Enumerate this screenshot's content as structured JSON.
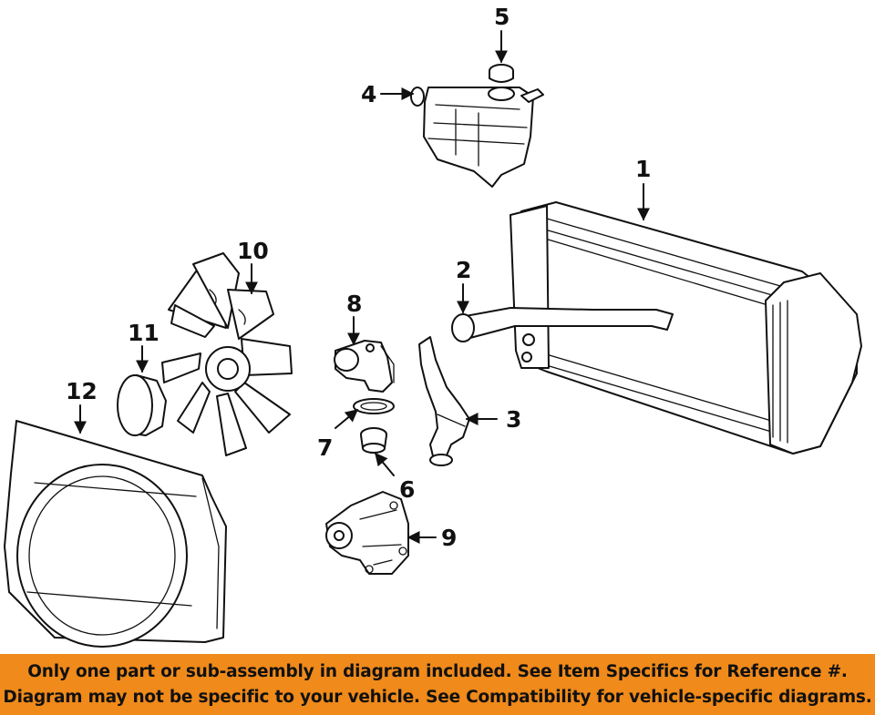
{
  "callouts": {
    "c1": "1",
    "c2": "2",
    "c3": "3",
    "c4": "4",
    "c5": "5",
    "c6": "6",
    "c7": "7",
    "c8": "8",
    "c9": "9",
    "c10": "10",
    "c11": "11",
    "c12": "12"
  },
  "banner": {
    "line1": "Only one part or sub-assembly in diagram included. See Item Specifics for Reference #.",
    "line2": "Diagram may not be specific to your vehicle. See Compatibility for vehicle-specific diagrams.",
    "color": "#f08a1a"
  }
}
